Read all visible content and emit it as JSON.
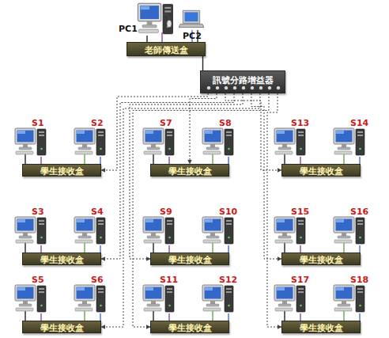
{
  "diagram": {
    "nodes": [
      {
        "text": [
          "老師傳送盒"
        ]
      },
      {
        "text": [
          "訊號分路增益器"
        ]
      },
      {
        "text": [
          "學生接收盒"
        ]
      },
      {
        "text": [
          "學生接收盒"
        ]
      },
      {
        "text": [
          "學生接收盒"
        ]
      },
      {
        "text": [
          "學生接收盒"
        ]
      },
      {
        "text": [
          "學生接收盒"
        ]
      },
      {
        "text": [
          "學生接收盒"
        ]
      },
      {
        "text": [
          "學生接收盒"
        ]
      },
      {
        "text": [
          "學生接收盒"
        ]
      },
      {
        "text": [
          "學生接收盒"
        ]
      }
    ],
    "edges": [
      {
        "from": 0,
        "to": 1,
        "arrow": "none"
      },
      {
        "from": 1,
        "to": 2,
        "arrow": "to"
      },
      {
        "from": 1,
        "to": 3,
        "arrow": "to"
      },
      {
        "from": 1,
        "to": 4,
        "arrow": "to"
      },
      {
        "from": 1,
        "to": 5,
        "arrow": "to"
      },
      {
        "from": 1,
        "to": 6,
        "arrow": "to"
      },
      {
        "from": 1,
        "to": 7,
        "arrow": "to"
      },
      {
        "from": 1,
        "to": 8,
        "arrow": "to"
      },
      {
        "from": 1,
        "to": 9,
        "arrow": "to"
      },
      {
        "from": 1,
        "to": 10,
        "arrow": "to"
      }
    ],
    "labels": [
      "PC1",
      "PC2",
      "S1",
      "S2",
      "S7",
      "S8",
      "S13",
      "S14",
      "S3",
      "S4",
      "S9",
      "S10",
      "S15",
      "S16",
      "S5",
      "S6",
      "S11",
      "S12",
      "S17",
      "S18"
    ]
  }
}
